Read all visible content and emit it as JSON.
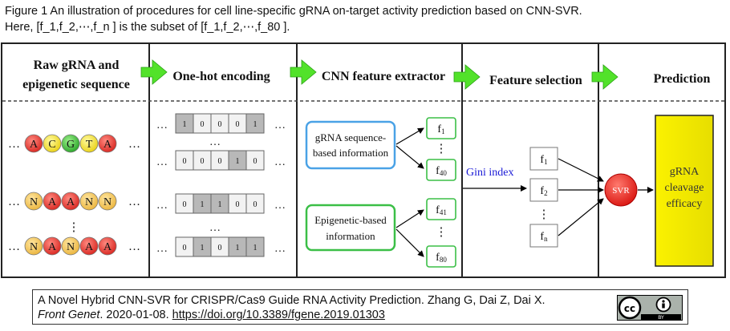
{
  "caption": {
    "line1": "Figure 1 An illustration of procedures for cell line-specific gRNA on-target activity prediction based on CNN-SVR.",
    "line2": "Here, [f_1,f_2,⋯,f_n ] is the subset of [f_1,f_2,⋯,f_80 ]."
  },
  "stages": [
    {
      "line1": "Raw gRNA and",
      "line2": "epigenetic sequence"
    },
    {
      "line1": "One-hot encoding"
    },
    {
      "line1": "CNN feature extractor"
    },
    {
      "line1": "Feature selection"
    },
    {
      "line1": "Prediction"
    }
  ],
  "ellipsis": "…",
  "vdots": "⋮",
  "sequences": {
    "seq1": [
      "A",
      "C",
      "G",
      "T",
      "A"
    ],
    "seq2": [
      "N",
      "A",
      "A",
      "N",
      "N"
    ],
    "seq3": [
      "N",
      "A",
      "N",
      "A",
      "A"
    ]
  },
  "onehot": {
    "row1": [
      "1",
      "0",
      "0",
      "0",
      "1"
    ],
    "row2": [
      "0",
      "0",
      "0",
      "1",
      "0"
    ],
    "row3": [
      "0",
      "1",
      "1",
      "0",
      "0"
    ],
    "row4": [
      "0",
      "1",
      "0",
      "1",
      "1"
    ]
  },
  "cnn": {
    "seq_box": {
      "line1": "gRNA sequence-",
      "line2": "based information"
    },
    "epi_box": {
      "line1": "Epigenetic-based",
      "line2": "information"
    },
    "features": {
      "f1": {
        "main": "f",
        "sub": "1"
      },
      "f40": {
        "main": "f",
        "sub": "40"
      },
      "f41": {
        "main": "f",
        "sub": "41"
      },
      "f80": {
        "main": "f",
        "sub": "80"
      }
    }
  },
  "selection": {
    "gini_label": "Gini index",
    "features": {
      "f1": {
        "main": "f",
        "sub": "1"
      },
      "f2": {
        "main": "f",
        "sub": "2"
      },
      "fn": {
        "main": "f",
        "sub": "n"
      }
    }
  },
  "prediction": {
    "svr": "SVR",
    "output": {
      "line1": "gRNA",
      "line2": "cleavage",
      "line3": "efficacy"
    }
  },
  "citation": {
    "line1": "A Novel Hybrid CNN-SVR for CRISPR/Cas9 Guide RNA Activity Prediction. Zhang G, Dai Z, Dai X.",
    "journal": "Front Genet",
    "date": ". 2020-01-08. ",
    "doi": "https://doi.org/10.3389/fgene.2019.01303"
  },
  "license": {
    "by": "BY"
  },
  "colors": {
    "nuc_A": "#e8312a",
    "nuc_C": "#f3e31a",
    "nuc_G": "#32b12f",
    "nuc_T": "#f3e31a",
    "nuc_N": "#f5c84b",
    "arrow_green": "#52e22a",
    "cnn_blue": "#4aa2e6",
    "cnn_green": "#3bbf47",
    "svr_red": "#e62a2a",
    "output_yellow": "#f7f200",
    "gini_blue": "#1a1ad6"
  }
}
